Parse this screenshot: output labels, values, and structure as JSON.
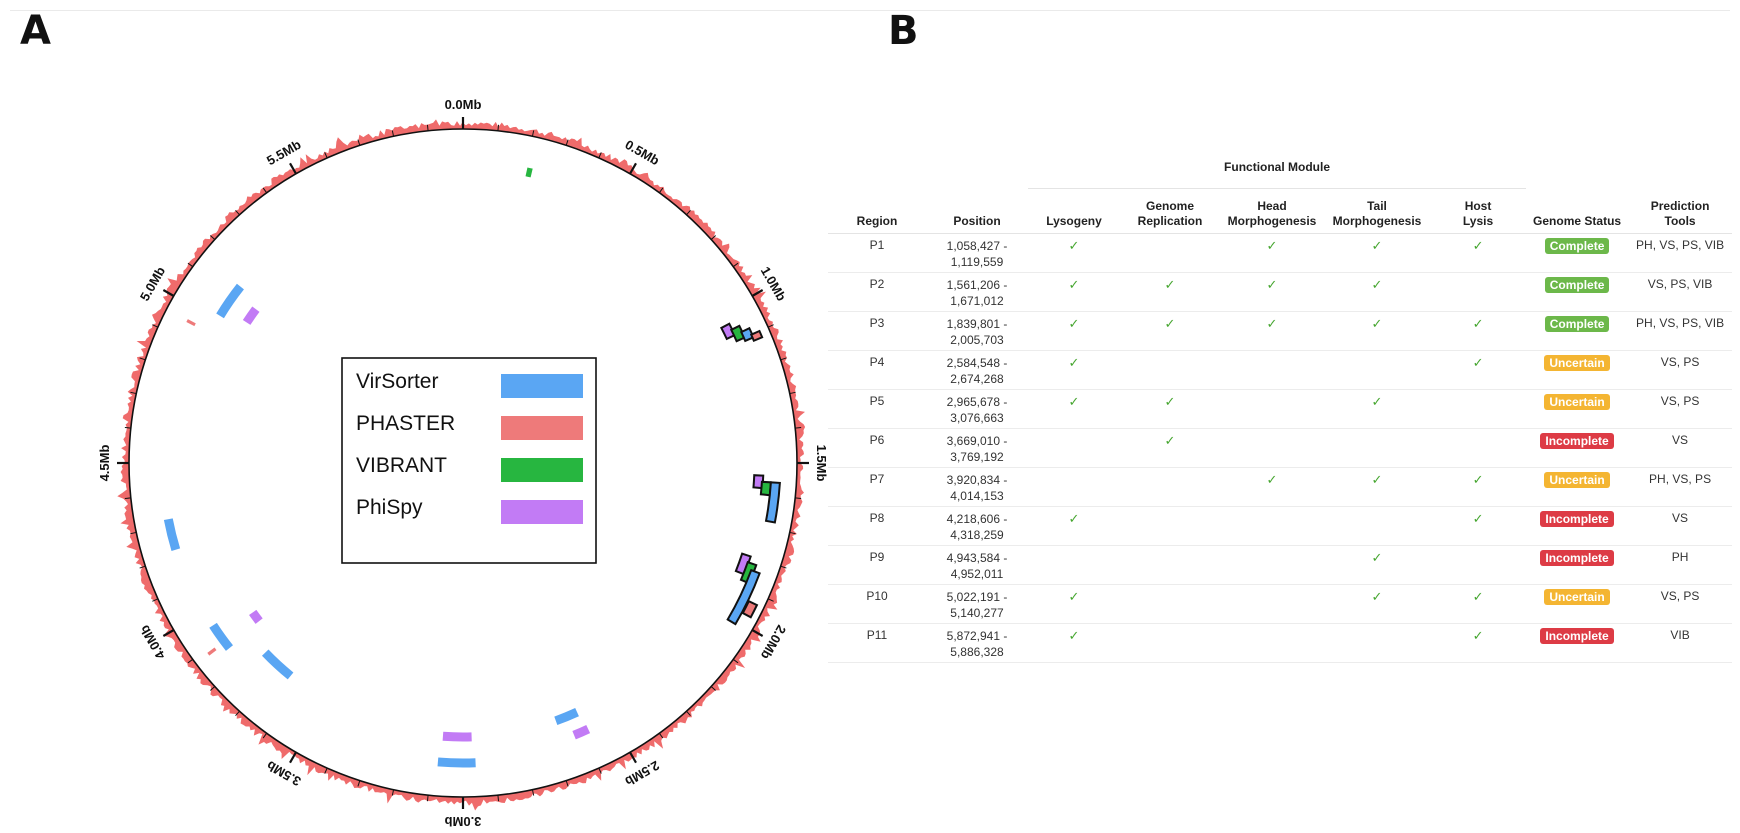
{
  "panel_a_label": "A",
  "panel_b_label": "B",
  "genome_plot": {
    "scale_labels": [
      "0.0Mb",
      "0.5Mb",
      "1.0Mb",
      "1.5Mb",
      "2.0Mb",
      "2.5Mb",
      "3.0Mb",
      "3.5Mb",
      "4.0Mb",
      "4.5Mb",
      "5.0Mb",
      "5.5Mb"
    ],
    "legend": [
      {
        "name": "VirSorter",
        "color": "#5aa6f3"
      },
      {
        "name": "PHASTER",
        "color": "#ee7a7a"
      },
      {
        "name": "VIBRANT",
        "color": "#27b640"
      },
      {
        "name": "PhiSpy",
        "color": "#c27bf5"
      }
    ],
    "outer_track_color": "#ef6b6b"
  },
  "table": {
    "group_header": "Functional Module",
    "columns": [
      "Region",
      "Position",
      "Lysogeny",
      "Genome Replication",
      "Head Morphogenesis",
      "Tail Morphogenesis",
      "Host Lysis",
      "Genome Status",
      "Prediction Tools"
    ],
    "check_symbol": "✓",
    "status_colors": {
      "Complete": "#6cb84a",
      "Uncertain": "#f4b532",
      "Incomplete": "#dd3b45"
    },
    "rows": [
      {
        "region": "P1",
        "pos_start": "1,058,427 -",
        "pos_end": "1,119,559",
        "lys": true,
        "rep": false,
        "head": true,
        "tail": true,
        "lysis": true,
        "status": "Complete",
        "tools": "PH, VS, PS, VIB"
      },
      {
        "region": "P2",
        "pos_start": "1,561,206 -",
        "pos_end": "1,671,012",
        "lys": true,
        "rep": true,
        "head": true,
        "tail": true,
        "lysis": false,
        "status": "Complete",
        "tools": "VS, PS, VIB"
      },
      {
        "region": "P3",
        "pos_start": "1,839,801 -",
        "pos_end": "2,005,703",
        "lys": true,
        "rep": true,
        "head": true,
        "tail": true,
        "lysis": true,
        "status": "Complete",
        "tools": "PH, VS, PS, VIB"
      },
      {
        "region": "P4",
        "pos_start": "2,584,548 -",
        "pos_end": "2,674,268",
        "lys": true,
        "rep": false,
        "head": false,
        "tail": false,
        "lysis": true,
        "status": "Uncertain",
        "tools": "VS, PS"
      },
      {
        "region": "P5",
        "pos_start": "2,965,678 -",
        "pos_end": "3,076,663",
        "lys": true,
        "rep": true,
        "head": false,
        "tail": true,
        "lysis": false,
        "status": "Uncertain",
        "tools": "VS, PS"
      },
      {
        "region": "P6",
        "pos_start": "3,669,010 -",
        "pos_end": "3,769,192",
        "lys": false,
        "rep": true,
        "head": false,
        "tail": false,
        "lysis": false,
        "status": "Incomplete",
        "tools": "VS"
      },
      {
        "region": "P7",
        "pos_start": "3,920,834 -",
        "pos_end": "4,014,153",
        "lys": false,
        "rep": false,
        "head": true,
        "tail": true,
        "lysis": true,
        "status": "Uncertain",
        "tools": "PH, VS, PS"
      },
      {
        "region": "P8",
        "pos_start": "4,218,606 -",
        "pos_end": "4,318,259",
        "lys": true,
        "rep": false,
        "head": false,
        "tail": false,
        "lysis": true,
        "status": "Incomplete",
        "tools": "VS"
      },
      {
        "region": "P9",
        "pos_start": "4,943,584 -",
        "pos_end": "4,952,011",
        "lys": false,
        "rep": false,
        "head": false,
        "tail": true,
        "lysis": false,
        "status": "Incomplete",
        "tools": "PH"
      },
      {
        "region": "P10",
        "pos_start": "5,022,191 -",
        "pos_end": "5,140,277",
        "lys": true,
        "rep": false,
        "head": false,
        "tail": true,
        "lysis": true,
        "status": "Uncertain",
        "tools": "VS, PS"
      },
      {
        "region": "P11",
        "pos_start": "5,872,941 -",
        "pos_end": "5,886,328",
        "lys": true,
        "rep": false,
        "head": false,
        "tail": false,
        "lysis": true,
        "status": "Incomplete",
        "tools": "VIB"
      }
    ]
  }
}
